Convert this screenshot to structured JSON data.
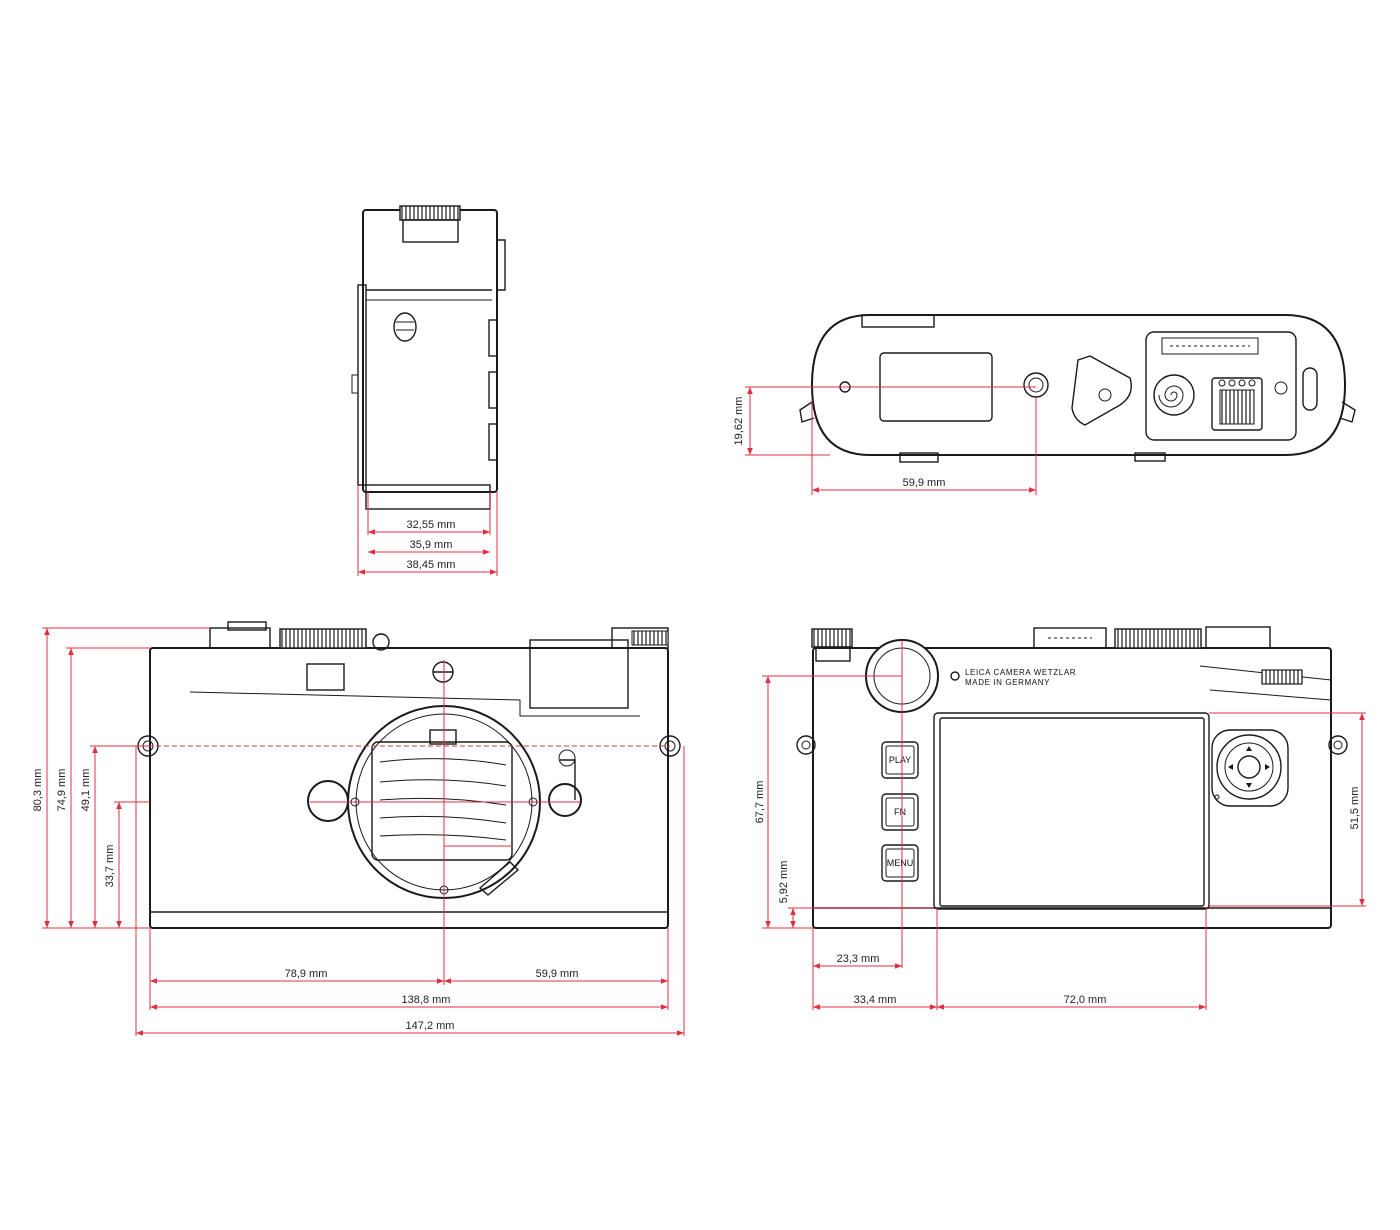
{
  "colors": {
    "outline": "#1a1a1a",
    "dimension": "#e03040",
    "label": "#222222"
  },
  "dimensions": {
    "side_view": {
      "d1": "32,55 mm",
      "d2": "35,9 mm",
      "d3": "38,45 mm"
    },
    "bottom_view": {
      "height": "19,62 mm",
      "width": "59,9 mm"
    },
    "front_view": {
      "h1": "80,3 mm",
      "h2": "74,9 mm",
      "h3": "49,1 mm",
      "h4": "33,7 mm",
      "w_left": "78,9 mm",
      "w_right": "59,9 mm",
      "w_body": "138,8 mm",
      "w_total": "147,2 mm"
    },
    "back_view": {
      "h_left": "67,7 mm",
      "h_low": "5,92 mm",
      "h_right": "51,5 mm",
      "w_dial": "23,3 mm",
      "w_screen_left": "33,4 mm",
      "w_screen": "72,0 mm"
    }
  },
  "back_buttons": {
    "play": "PLAY",
    "fn": "FN",
    "menu": "MENU"
  },
  "engraving": {
    "line1": "LEICA CAMERA WETZLAR",
    "line2": "MADE IN GERMANY"
  },
  "icons": [
    "tripod-socket-icon",
    "dpad-icon",
    "thumb-dial-icon"
  ]
}
